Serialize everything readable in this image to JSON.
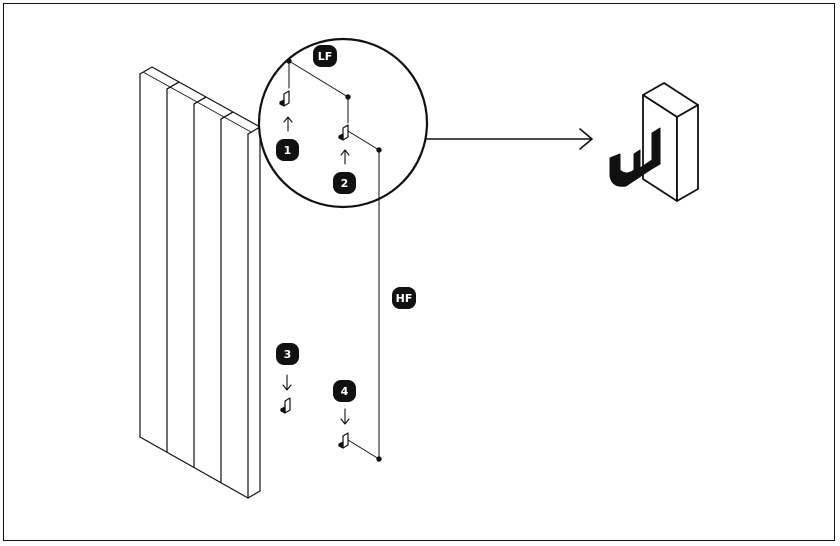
{
  "badges": {
    "step1": "1",
    "step2": "2",
    "step3": "3",
    "step4": "4",
    "lf": "LF",
    "hf": "HF"
  },
  "colors": {
    "ink": "#111111",
    "background": "#ffffff"
  }
}
